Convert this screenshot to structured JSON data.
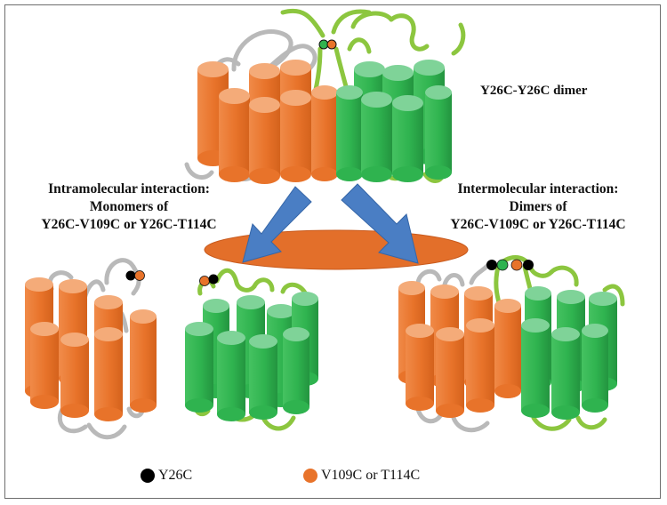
{
  "labels": {
    "dimer": "Y26C-Y26C dimer",
    "intra_line1": "Intramolecular interaction:",
    "intra_line2": "Monomers of",
    "intra_line3": "Y26C-V109C  or Y26C-T114C",
    "inter_line1": "Intermolecular interaction:",
    "inter_line2": "Dimers of",
    "inter_line3": "Y26C-V109C  or Y26C-T114C"
  },
  "legend": [
    {
      "label": "Y26C",
      "color": "#000000"
    },
    {
      "label": "V109C or T114C",
      "color": "#e8732a"
    }
  ],
  "colors": {
    "orange_helix": "#e8732a",
    "orange_top": "#f4ab79",
    "green_helix": "#2fb34f",
    "green_top": "#7fd398",
    "grey_loop": "#b9b9b9",
    "green_loop": "#8cc63f",
    "arrow": "#4a7ec4",
    "membrane": "#e36f2a",
    "y26c_dot": "#000000",
    "v109c_dot": "#e8732a",
    "y26c_green_dot": "#2fb34f"
  }
}
